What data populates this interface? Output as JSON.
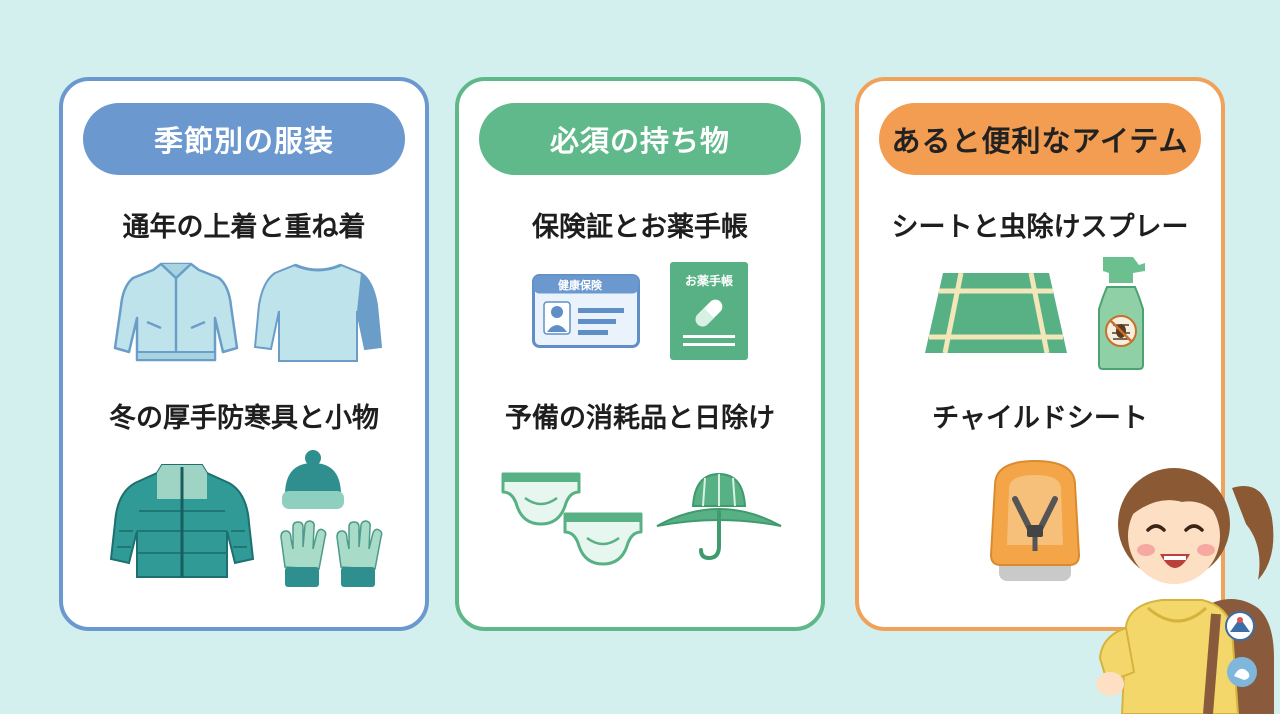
{
  "cards": [
    {
      "heading": "季節別の服装",
      "items": [
        "通年の上着と重ね着",
        "冬の厚手防寒具と小物"
      ]
    },
    {
      "heading": "必須の持ち物",
      "items": [
        "保険証とお薬手帳",
        "予備の消耗品と日除け"
      ]
    },
    {
      "heading": "あると便利なアイテム",
      "items": [
        "シートと虫除けスプレー",
        "チャイルドシート"
      ]
    }
  ],
  "illustration_text": {
    "insurance_card_label": "健康保険",
    "medicine_book_label": "お薬手帳"
  },
  "colors": {
    "background": "#d4f0ee",
    "clothing_accent": "#6b98cf",
    "essentials_accent": "#5fb88a",
    "convenient_accent": "#f0a25a"
  }
}
